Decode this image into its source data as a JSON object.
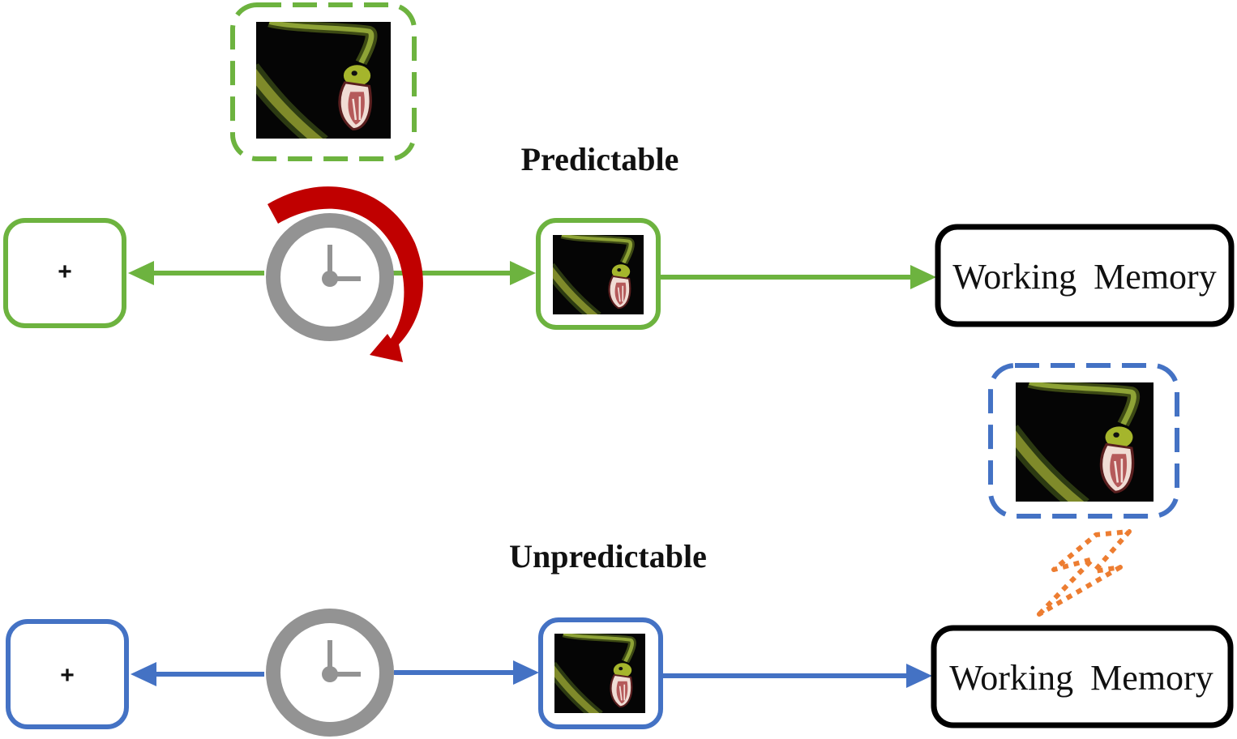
{
  "colors": {
    "predictable": "#6db33f",
    "unpredictable": "#4472c4",
    "clock": "#939393",
    "rotation_arrow": "#c00000",
    "retrieval": "#ed7d31",
    "box": "#000000"
  },
  "predictable": {
    "label": "Predictable",
    "fixation": "+",
    "working_memory": "Working Memory",
    "stimulus": "snake-image",
    "timer": "clock-icon"
  },
  "unpredictable": {
    "label": "Unpredictable",
    "fixation": "+",
    "working_memory": "Working Memory",
    "stimulus": "snake-image",
    "timer": "clock-icon"
  }
}
